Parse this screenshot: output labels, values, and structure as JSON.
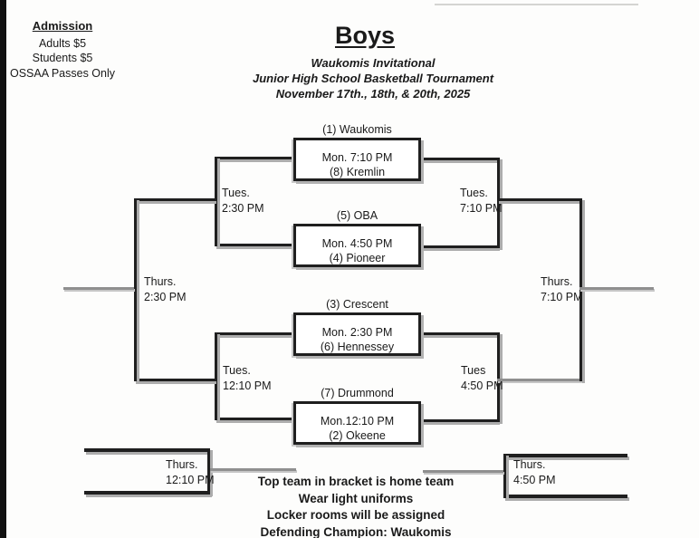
{
  "admission": {
    "title": "Admission",
    "lines": [
      "Adults $5",
      "Students $5",
      "OSSAA Passes Only"
    ]
  },
  "header": {
    "title": "Boys",
    "subtitle1": "Waukomis Invitational",
    "subtitle2": "Junior High School Basketball Tournament",
    "subtitle3": "November 17th., 18th, & 20th, 2025"
  },
  "bracket": {
    "games": [
      {
        "top": "(1) Waukomis",
        "time": "Mon. 7:10 PM",
        "bottom": "(8) Kremlin"
      },
      {
        "top": "(5) OBA",
        "time": "Mon. 4:50 PM",
        "bottom": "(4) Pioneer"
      },
      {
        "top": "(3) Crescent",
        "time": "Mon. 2:30 PM",
        "bottom": "(6) Hennessey"
      },
      {
        "top": "(7) Drummond",
        "time": "Mon.12:10 PM",
        "bottom": "(2) Okeene"
      }
    ],
    "labels": {
      "left_semi_top": {
        "day": "Tues.",
        "time": "2:30 PM"
      },
      "right_semi_top": {
        "day": "Tues.",
        "time": "7:10 PM"
      },
      "left_final": {
        "day": "Thurs.",
        "time": "2:30 PM"
      },
      "right_final": {
        "day": "Thurs.",
        "time": "7:10 PM"
      },
      "left_semi_bottom": {
        "day": "Tues.",
        "time": "12:10 PM"
      },
      "right_semi_bottom": {
        "day": "Tues",
        "time": "4:50 PM"
      },
      "left_consolation": {
        "day": "Thurs.",
        "time": "12:10 PM"
      },
      "right_consolation": {
        "day": "Thurs.",
        "time": "4:50 PM"
      }
    }
  },
  "notes": [
    "Top team in bracket is home team",
    "Wear light uniforms",
    "Locker rooms will be assigned",
    "Defending Champion: Waukomis"
  ],
  "colors": {
    "line": "#1f1f1f",
    "shadow": "#adadad",
    "background": "#fdfdfc"
  }
}
